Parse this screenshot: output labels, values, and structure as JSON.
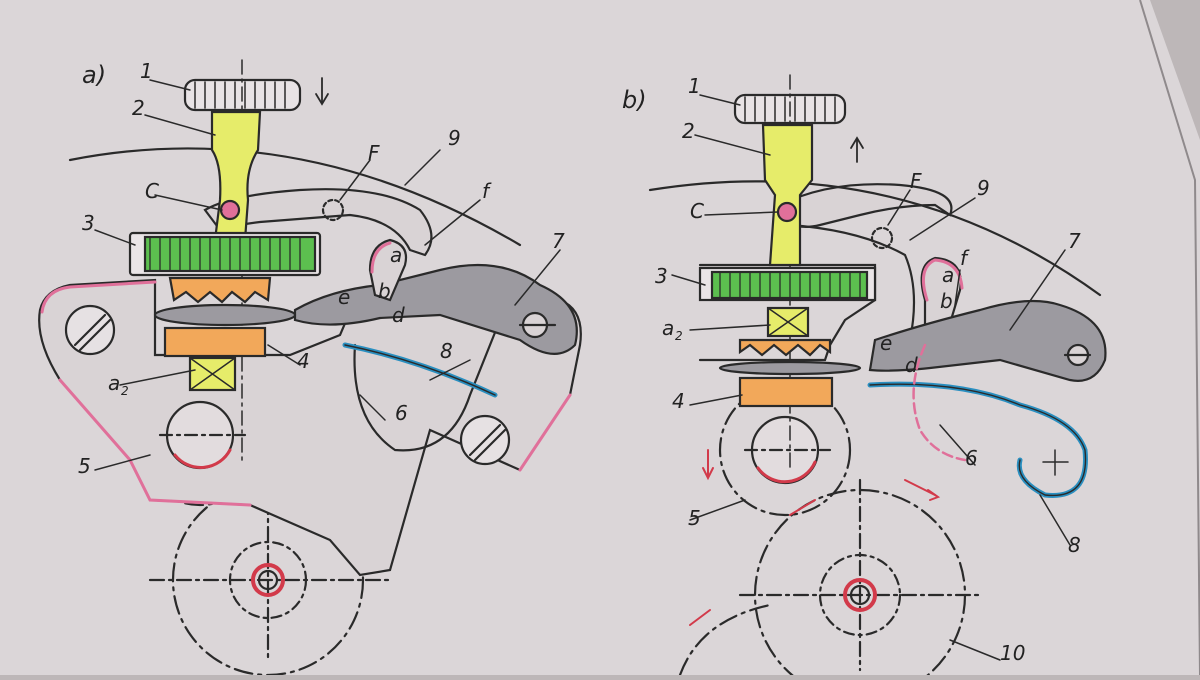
{
  "colors": {
    "paper": "#d9d4d6",
    "ink": "#2a2a2a",
    "yellow": "#e6ec6a",
    "green": "#5cbf4f",
    "orange": "#f2a85a",
    "gray": "#9c9aa0",
    "blue": "#2a8fc0",
    "pink": "#e0709a",
    "red": "#d23a4a"
  },
  "panels": [
    {
      "title": "a)",
      "labels": {
        "n1": "1",
        "n2": "2",
        "n3": "3",
        "n4": "4",
        "n5": "5",
        "n6": "6",
        "n7": "7",
        "n8": "8",
        "n9": "9",
        "C": "C",
        "F": "F",
        "f": "f",
        "a": "a",
        "b": "b",
        "d": "d",
        "e": "e",
        "a2": "a",
        "a2sub": "2"
      },
      "arrow_direction": "down"
    },
    {
      "title": "b)",
      "labels": {
        "n1": "1",
        "n2": "2",
        "n3": "3",
        "n4": "4",
        "n5": "5",
        "n6": "6",
        "n7": "7",
        "n8": "8",
        "n9": "9",
        "n10": "10",
        "C": "C",
        "F": "F",
        "f": "f",
        "a": "a",
        "b": "b",
        "d": "d",
        "e": "e",
        "a2": "a",
        "a2sub": "2"
      },
      "arrow_direction": "up"
    }
  ]
}
